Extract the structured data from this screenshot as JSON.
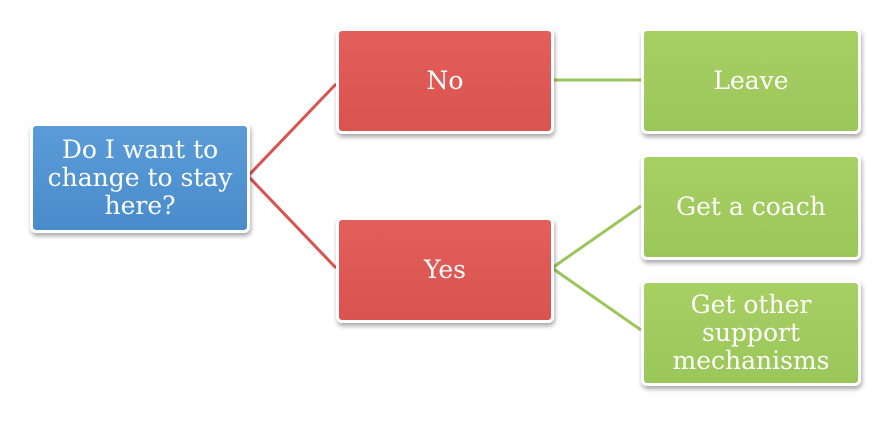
{
  "diagram": {
    "nodes": {
      "root": {
        "label": "Do I want to change to stay here?"
      },
      "no": {
        "label": "No"
      },
      "yes": {
        "label": "Yes"
      },
      "leave": {
        "label": "Leave"
      },
      "coach": {
        "label": "Get a coach"
      },
      "support": {
        "label": "Get other support mechanisms"
      }
    },
    "edges": [
      {
        "from": "root",
        "to": "no",
        "color": "#d9534f"
      },
      {
        "from": "root",
        "to": "yes",
        "color": "#d9534f"
      },
      {
        "from": "no",
        "to": "leave",
        "color": "#9bc65a"
      },
      {
        "from": "yes",
        "to": "coach",
        "color": "#9bc65a"
      },
      {
        "from": "yes",
        "to": "support",
        "color": "#9bc65a"
      }
    ]
  },
  "colors": {
    "root": "#4a8ccb",
    "answer": "#d9534f",
    "action": "#9bc65a"
  }
}
